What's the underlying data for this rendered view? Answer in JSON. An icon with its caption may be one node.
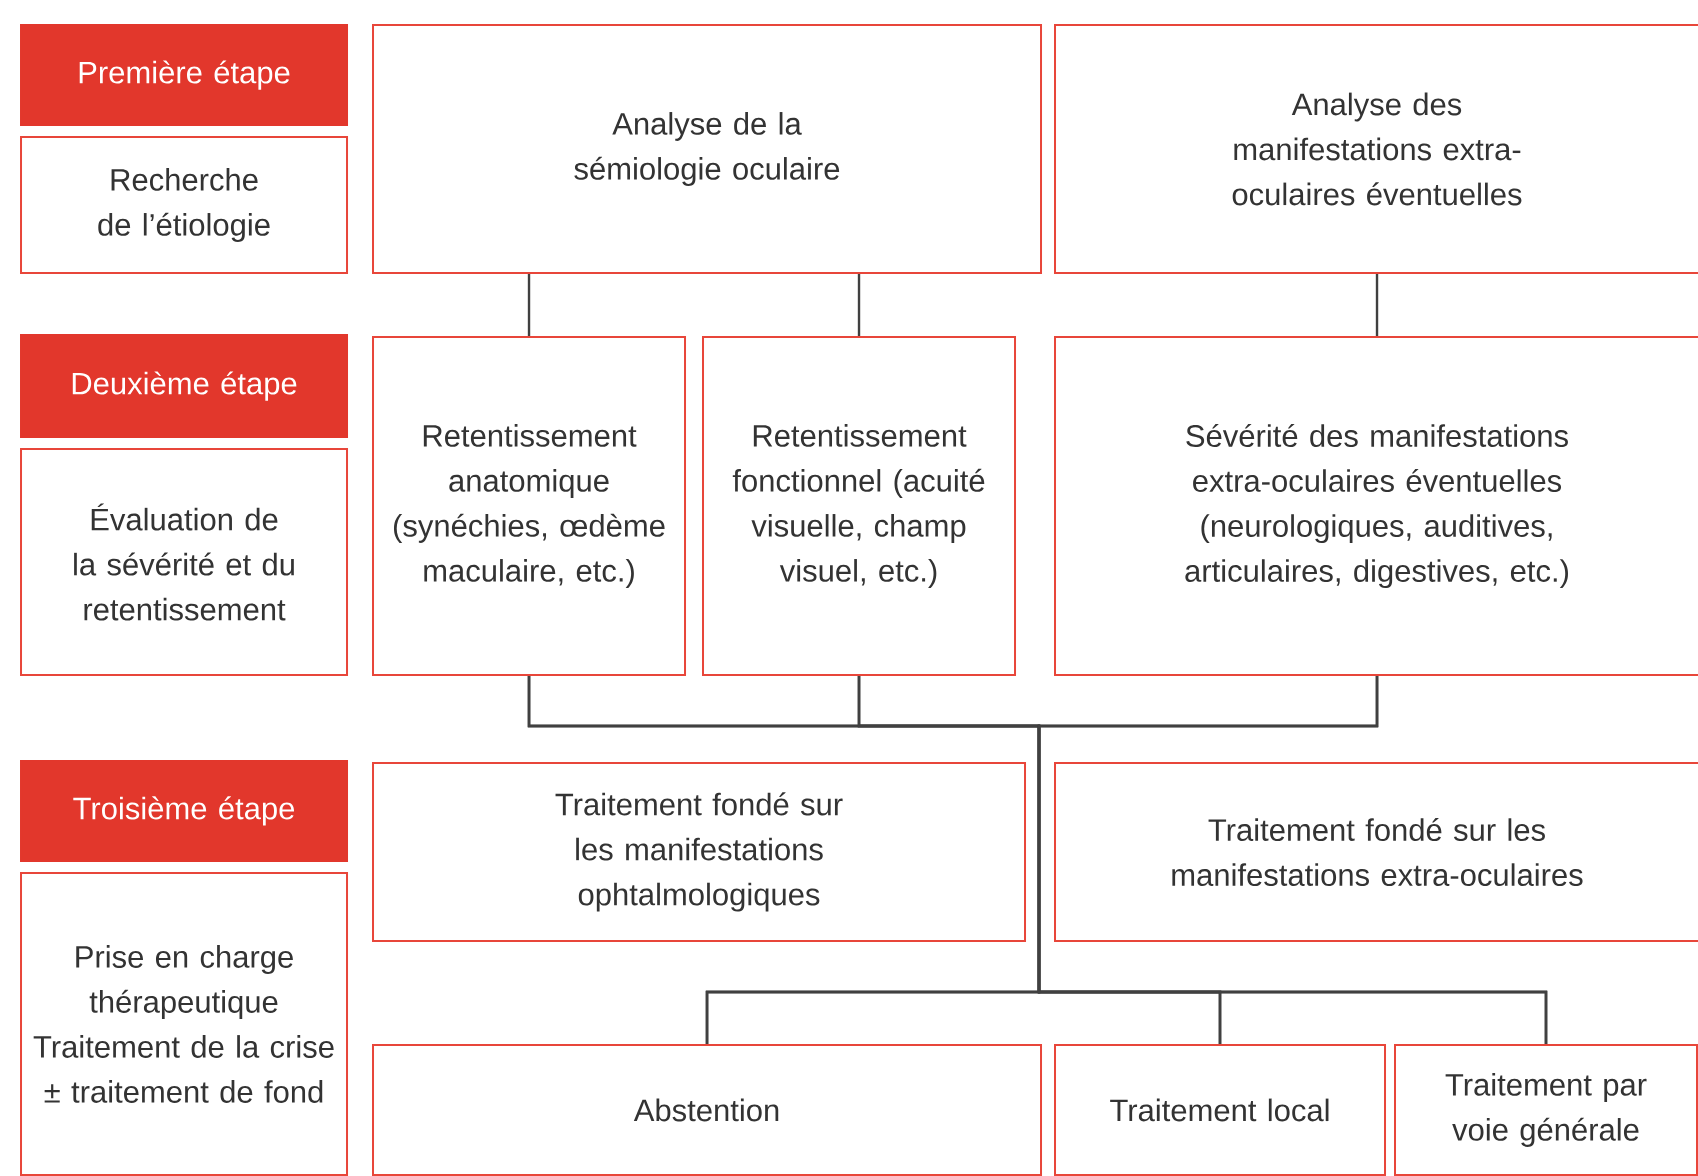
{
  "diagram": {
    "nodes": [
      {
        "text": [
          "Première étape"
        ]
      },
      {
        "text": [
          "Recherche de l’étiologie"
        ]
      },
      {
        "text": [
          "Analyse de la sémiologie oculaire"
        ]
      },
      {
        "text": [
          "Analyse des manifestations extra-oculaires éventuelles"
        ]
      },
      {
        "text": [
          "Deuxième étape"
        ]
      },
      {
        "text": [
          "Évaluation de la sévérité et du retentissement"
        ]
      },
      {
        "text": [
          "Retentissement anatomique (synéchies, œdème maculaire, etc.)"
        ]
      },
      {
        "text": [
          "Retentissement fonctionnel (acuité visuelle, champ visuel, etc.)"
        ]
      },
      {
        "text": [
          "Sévérité des manifestations extra-oculaires éventuelles (neurologiques, auditives, articulaires, digestives, etc.)"
        ]
      },
      {
        "text": [
          "Troisième étape"
        ]
      },
      {
        "text": [
          "Prise en charge thérapeutique Traitement de la crise ± traitement de fond"
        ]
      },
      {
        "text": [
          "Traitement fondé sur les manifestations ophtalmologiques"
        ]
      },
      {
        "text": [
          "Traitement fondé sur les manifestations extra-oculaires"
        ]
      },
      {
        "text": [
          "Abstention"
        ]
      },
      {
        "text": [
          "Traitement local"
        ]
      },
      {
        "text": [
          "Traitement par voie générale"
        ]
      }
    ],
    "edges": [
      {
        "from": 2,
        "to": 6,
        "arrow": "none"
      },
      {
        "from": 2,
        "to": 7,
        "arrow": "none"
      },
      {
        "from": 3,
        "to": 8,
        "arrow": "none"
      },
      {
        "from": 6,
        "to": 13,
        "arrow": "none"
      },
      {
        "from": 6,
        "to": 14,
        "arrow": "none"
      },
      {
        "from": 6,
        "to": 15,
        "arrow": "none"
      },
      {
        "from": 7,
        "to": 13,
        "arrow": "none"
      },
      {
        "from": 7,
        "to": 14,
        "arrow": "none"
      },
      {
        "from": 7,
        "to": 15,
        "arrow": "none"
      },
      {
        "from": 8,
        "to": 13,
        "arrow": "none"
      },
      {
        "from": 8,
        "to": 14,
        "arrow": "none"
      },
      {
        "from": 8,
        "to": 15,
        "arrow": "none"
      }
    ]
  }
}
